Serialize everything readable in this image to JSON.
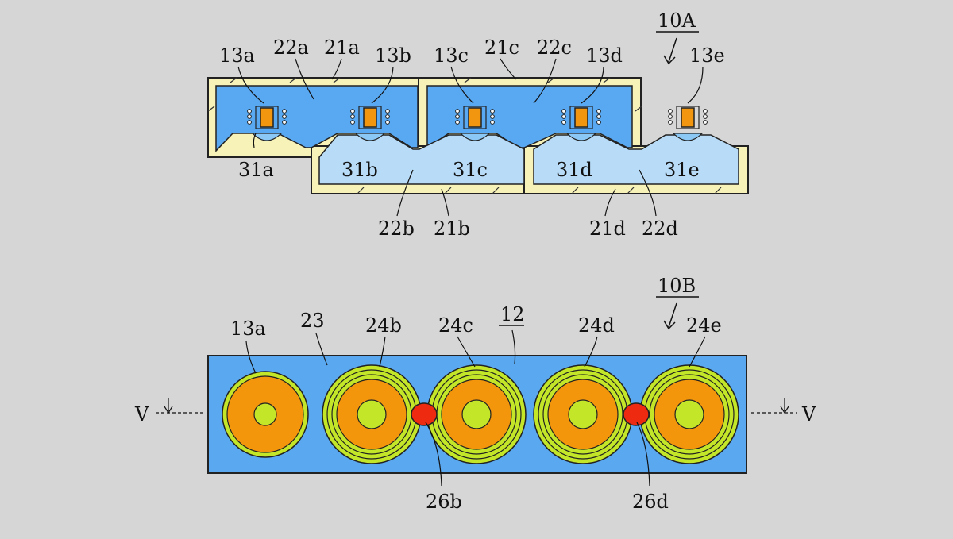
{
  "figure_top": {
    "label": "10A",
    "speaker_labels": [
      "13a",
      "13b",
      "13c",
      "13d",
      "13e"
    ],
    "upper_housings": [
      "21a",
      "21c"
    ],
    "upper_chambers": [
      "22a",
      "22c"
    ],
    "lower_housings": [
      "21b",
      "21d"
    ],
    "lower_chambers": [
      "22b",
      "22d"
    ],
    "diaphragms": [
      "31a",
      "31b",
      "31c",
      "31d",
      "31e"
    ]
  },
  "figure_bottom": {
    "label": "10B",
    "plate": "12",
    "region": "23",
    "speaker_label": "13a",
    "rings": [
      "24b",
      "24c",
      "24d",
      "24e"
    ],
    "connectors": [
      "26b",
      "26d"
    ],
    "section_left": "V",
    "section_right": "V"
  },
  "colors": {
    "background": "#d6d6d6",
    "housing": "#f7f2b8",
    "upper_chamber": "#59a8f2",
    "lower_chamber": "#b8dcf7",
    "magnet": "#f2960f",
    "plate": "#5aa8f0",
    "speaker_orange": "#f4960c",
    "speaker_green": "#c4e628",
    "connector": "#ee2a10"
  }
}
